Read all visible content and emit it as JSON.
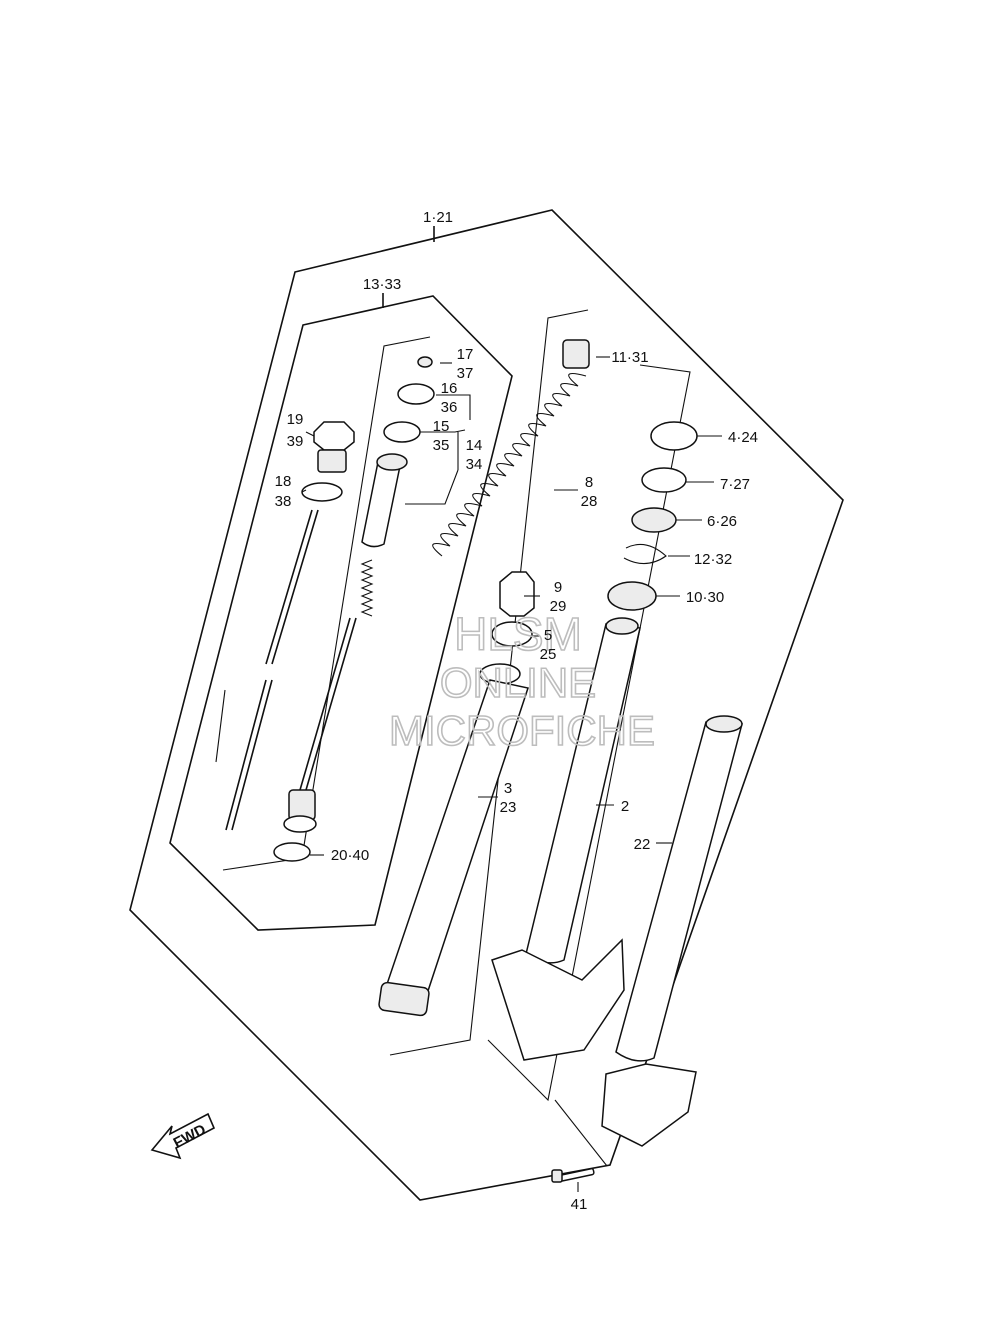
{
  "watermark": {
    "line1": "HLSM",
    "line2": "ONLINE",
    "line3": "MICROFICHE"
  },
  "fwd": "FWD",
  "callouts": {
    "p1_21": "1·21",
    "p13_33": "13·33",
    "p17": "17",
    "p37": "37",
    "p16": "16",
    "p36": "36",
    "p15": "15",
    "p35": "35",
    "p14": "14",
    "p34": "34",
    "p19": "19",
    "p39": "39",
    "p18": "18",
    "p38": "38",
    "p20_40": "20·40",
    "p11_31": "11·31",
    "p8": "8",
    "p28": "28",
    "p9": "9",
    "p29": "29",
    "p5": "5",
    "p25": "25",
    "p3": "3",
    "p23": "23",
    "p4_24": "4·24",
    "p7_27": "7·27",
    "p6_26": "6·26",
    "p12_32": "12·32",
    "p10_30": "10·30",
    "p2": "2",
    "p22": "22",
    "p41": "41"
  }
}
